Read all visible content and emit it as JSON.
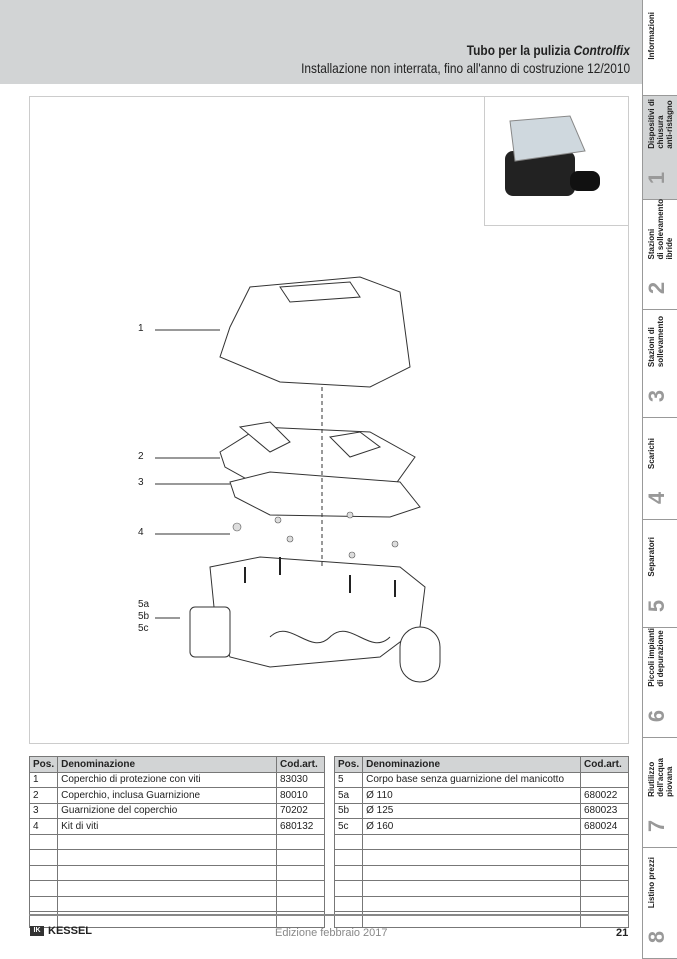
{
  "header": {
    "title": "Tubo per la pulizia ",
    "title_italic": "Controlfix",
    "subtitle": "Installazione non interrata, fino all'anno di costruzione 12/2010"
  },
  "sidebar": {
    "tabs": [
      {
        "label": "Informazioni",
        "num": ""
      },
      {
        "label": "Dispositivi di\nchiusura\nanti-ristagno",
        "num": "1"
      },
      {
        "label": "Stazioni\ndi sollevamento\nibride",
        "num": "2"
      },
      {
        "label": "Stazioni di\nsollevamento",
        "num": "3"
      },
      {
        "label": "Scarichi",
        "num": "4"
      },
      {
        "label": "Separatori",
        "num": "5"
      },
      {
        "label": "Piccoli impianti\ndi depurazione",
        "num": "6"
      },
      {
        "label": "Riutilizzo\ndell'acqua\npiovana",
        "num": "7"
      },
      {
        "label": "Listino prezzi",
        "num": "8"
      }
    ]
  },
  "drawing": {
    "labels": [
      "1",
      "2",
      "3",
      "4",
      "5a",
      "5b",
      "5c"
    ]
  },
  "table_headers": [
    "Pos.",
    "Denominazione",
    "Cod.art."
  ],
  "table_left": [
    [
      "1",
      "Coperchio di protezione con viti",
      "83030"
    ],
    [
      "2",
      "Coperchio, inclusa Guarnizione",
      "80010"
    ],
    [
      "3",
      "Guarnizione del coperchio",
      "70202"
    ],
    [
      "4",
      "Kit di viti",
      "680132"
    ]
  ],
  "table_right": [
    [
      "5",
      "Corpo base senza guarnizione del manicotto",
      ""
    ],
    [
      "5a",
      "Ø 110",
      "680022"
    ],
    [
      "5b",
      "Ø 125",
      "680023"
    ],
    [
      "5c",
      "Ø 160",
      "680024"
    ]
  ],
  "footer": {
    "logo": "KESSEL",
    "logo_mark": "IK",
    "edition": "Edizione febbraio 2017",
    "page": "21"
  }
}
